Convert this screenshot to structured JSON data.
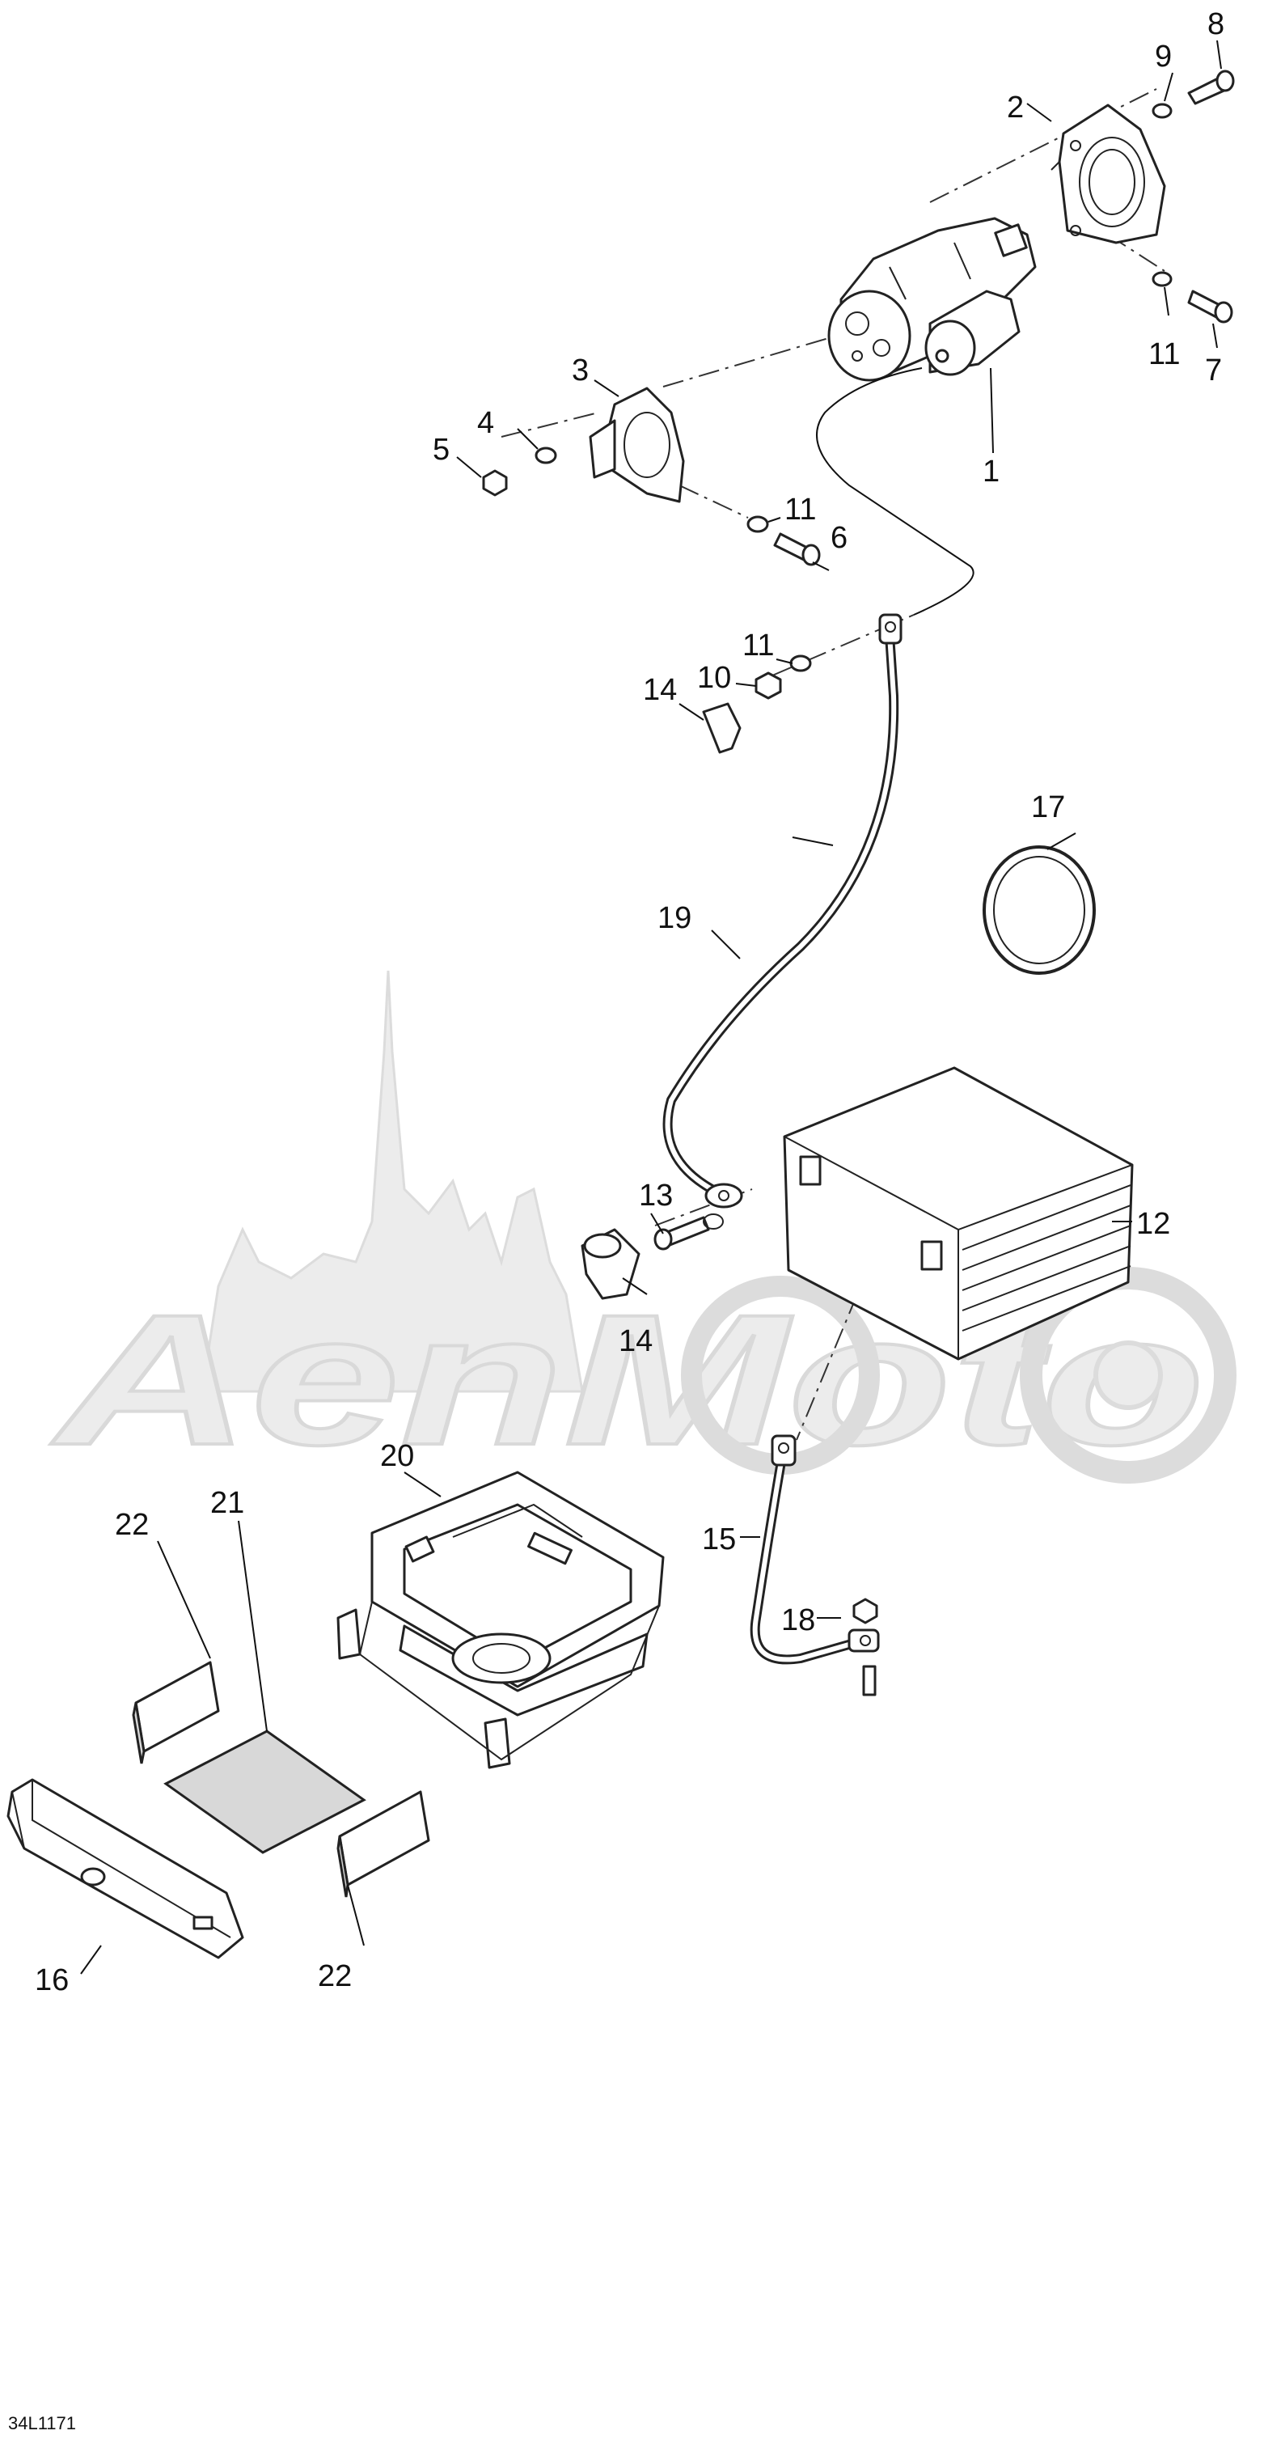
{
  "watermark": {
    "text": "AenMoto"
  },
  "callouts": [
    {
      "id": "c1",
      "label": "1"
    },
    {
      "id": "c2",
      "label": "2"
    },
    {
      "id": "c3",
      "label": "3"
    },
    {
      "id": "c4",
      "label": "4"
    },
    {
      "id": "c5",
      "label": "5"
    },
    {
      "id": "c6",
      "label": "6"
    },
    {
      "id": "c7",
      "label": "7"
    },
    {
      "id": "c8",
      "label": "8"
    },
    {
      "id": "c9",
      "label": "9"
    },
    {
      "id": "c10",
      "label": "10"
    },
    {
      "id": "c11a",
      "label": "11"
    },
    {
      "id": "c11b",
      "label": "11"
    },
    {
      "id": "c11c",
      "label": "11"
    },
    {
      "id": "c12",
      "label": "12"
    },
    {
      "id": "c13",
      "label": "13"
    },
    {
      "id": "c14a",
      "label": "14"
    },
    {
      "id": "c14b",
      "label": "14"
    },
    {
      "id": "c15",
      "label": "15"
    },
    {
      "id": "c16",
      "label": "16"
    },
    {
      "id": "c17",
      "label": "17"
    },
    {
      "id": "c18",
      "label": "18"
    },
    {
      "id": "c19",
      "label": "19"
    },
    {
      "id": "c20",
      "label": "20"
    },
    {
      "id": "c21",
      "label": "21"
    },
    {
      "id": "c22a",
      "label": "22"
    },
    {
      "id": "c22b",
      "label": "22"
    }
  ],
  "drawing_code": "34L1171"
}
